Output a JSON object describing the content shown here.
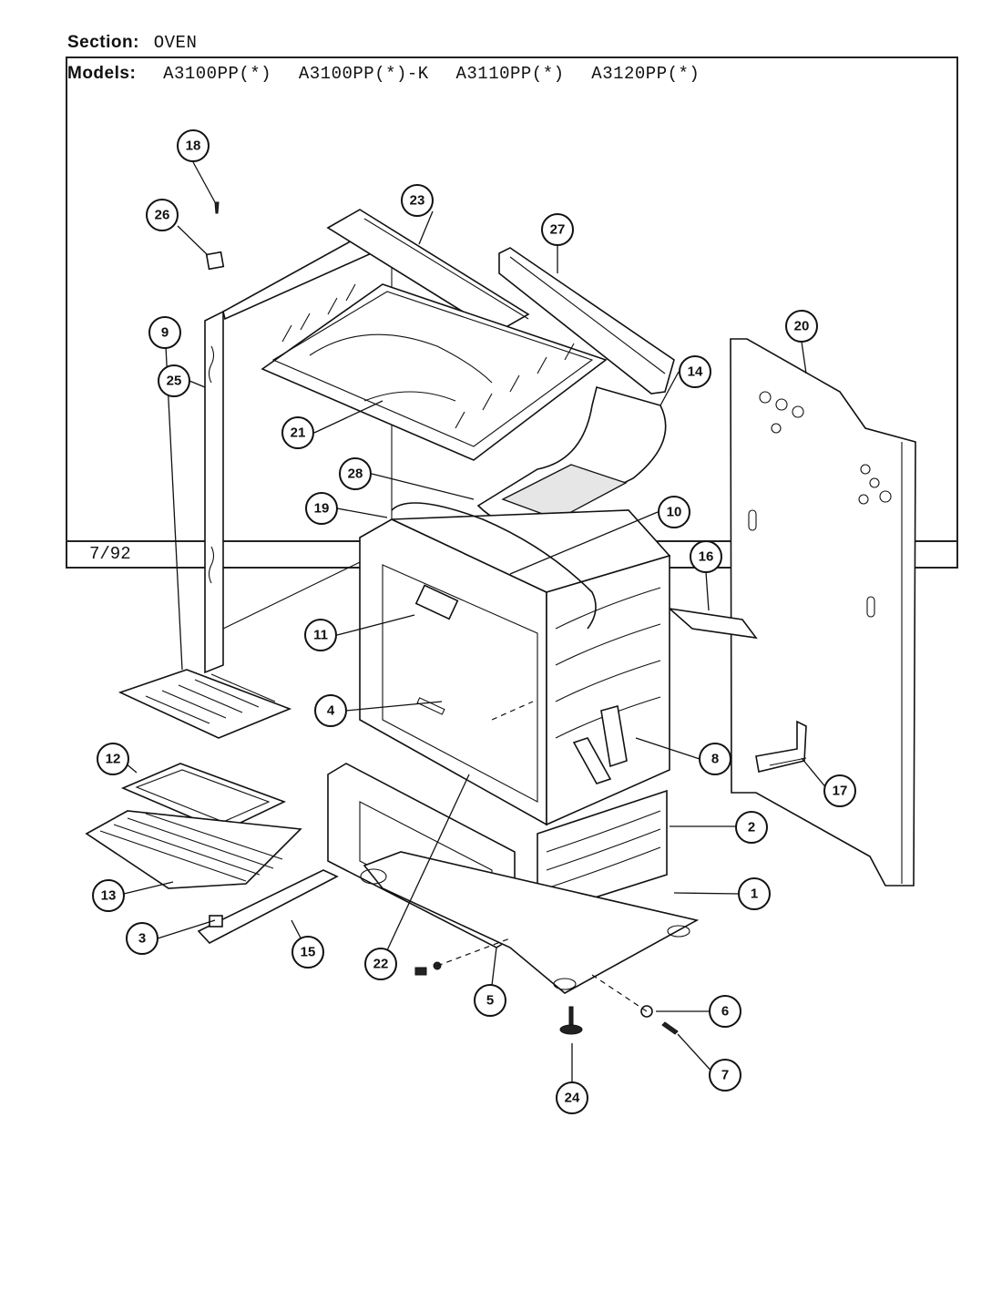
{
  "header": {
    "section_label": "Section:",
    "section_value": "OVEN",
    "models_label": "Models:",
    "models": [
      "A3100PP(*)",
      "A3100PP(*)-K",
      "A3110PP(*)",
      "A3120PP(*)"
    ]
  },
  "footer": {
    "date": "7/92"
  },
  "callouts": [
    "1",
    "2",
    "3",
    "4",
    "5",
    "6",
    "7",
    "8",
    "9",
    "10",
    "11",
    "12",
    "13",
    "14",
    "15",
    "16",
    "17",
    "18",
    "19",
    "20",
    "21",
    "22",
    "23",
    "24",
    "25",
    "26",
    "27",
    "28"
  ]
}
